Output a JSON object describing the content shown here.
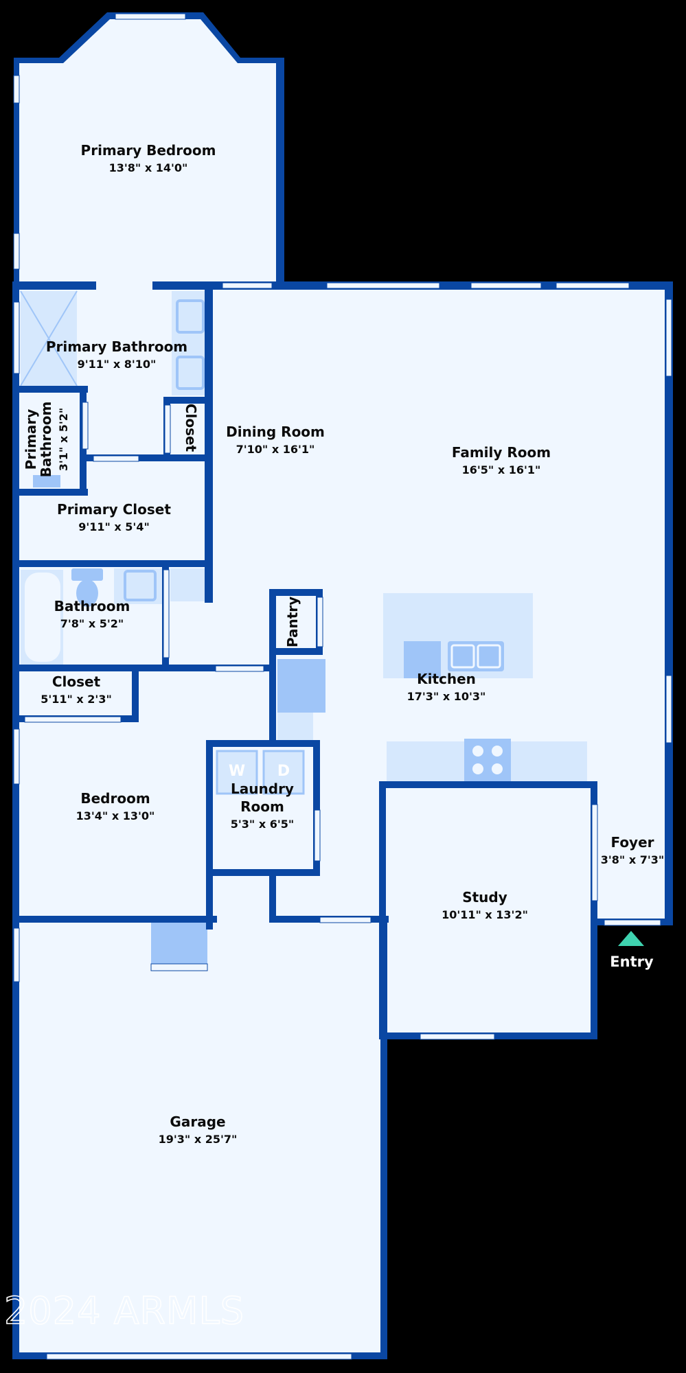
{
  "rooms": {
    "primary_bedroom": {
      "name": "Primary Bedroom",
      "dims": "13'8\" x 14'0\""
    },
    "primary_bathroom": {
      "name": "Primary Bathroom",
      "dims": "9'11\" x 8'10\""
    },
    "primary_bathroom_small": {
      "name_line1": "Primary",
      "name_line2": "Bathroom",
      "dims": "3'1\" x 5'2\""
    },
    "closet_vertical": {
      "name": "Closet"
    },
    "primary_closet": {
      "name": "Primary Closet",
      "dims": "9'11\" x 5'4\""
    },
    "dining_room": {
      "name": "Dining Room",
      "dims": "7'10\" x 16'1\""
    },
    "family_room": {
      "name": "Family Room",
      "dims": "16'5\" x 16'1\""
    },
    "bathroom": {
      "name": "Bathroom",
      "dims": "7'8\" x 5'2\""
    },
    "pantry": {
      "name": "Pantry"
    },
    "kitchen": {
      "name": "Kitchen",
      "dims": "17'3\" x 10'3\""
    },
    "closet": {
      "name": "Closet",
      "dims": "5'11\" x 2'3\""
    },
    "bedroom": {
      "name": "Bedroom",
      "dims": "13'4\" x 13'0\""
    },
    "laundry_room": {
      "name_line1": "Laundry",
      "name_line2": "Room",
      "dims": "5'3\" x 6'5\""
    },
    "foyer": {
      "name": "Foyer",
      "dims": "3'8\" x 7'3\""
    },
    "study": {
      "name": "Study",
      "dims": "10'11\" x 13'2\""
    },
    "garage": {
      "name": "Garage",
      "dims": "19'3\" x 25'7\""
    }
  },
  "appliances": {
    "washer": "W",
    "dryer": "D"
  },
  "entry_label": "Entry",
  "watermark": "2024 ARMLS",
  "colors": {
    "wall": "#0a47a3",
    "floor": "#f0f7ff",
    "fixture": "#9fc5f8",
    "fixture_light": "#d6e8fd",
    "entry_arrow": "#3fd3b0",
    "background": "#000000"
  }
}
